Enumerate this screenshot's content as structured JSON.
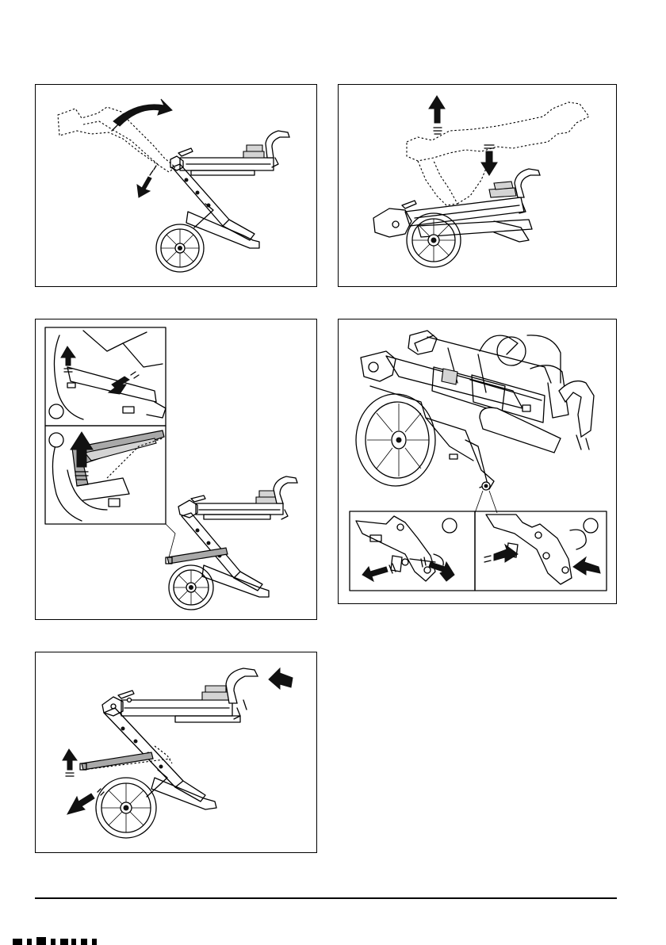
{
  "page": {
    "background": "#ffffff",
    "ink": "#000000",
    "accent_gray": "#a9a9a9"
  },
  "figures": [
    {
      "id": "fig-1",
      "arrows": [
        "curved-arrow-rotate",
        "arrow-down-left"
      ]
    },
    {
      "id": "fig-2",
      "arrows": [
        "arrow-up",
        "arrow-down"
      ]
    },
    {
      "id": "fig-3",
      "arrows": [
        "arrow-up",
        "arrow-down-right",
        "arrow-up-large"
      ],
      "insets": [
        "inset-top",
        "inset-bottom"
      ]
    },
    {
      "id": "fig-4",
      "arrows": [
        "arrow-left",
        "arrow-right",
        "arrow-right-left-pair"
      ],
      "insets": [
        "inset-left",
        "inset-right"
      ]
    },
    {
      "id": "fig-5",
      "arrows": [
        "arrow-left-push",
        "arrow-up",
        "arrow-down-left"
      ]
    }
  ]
}
